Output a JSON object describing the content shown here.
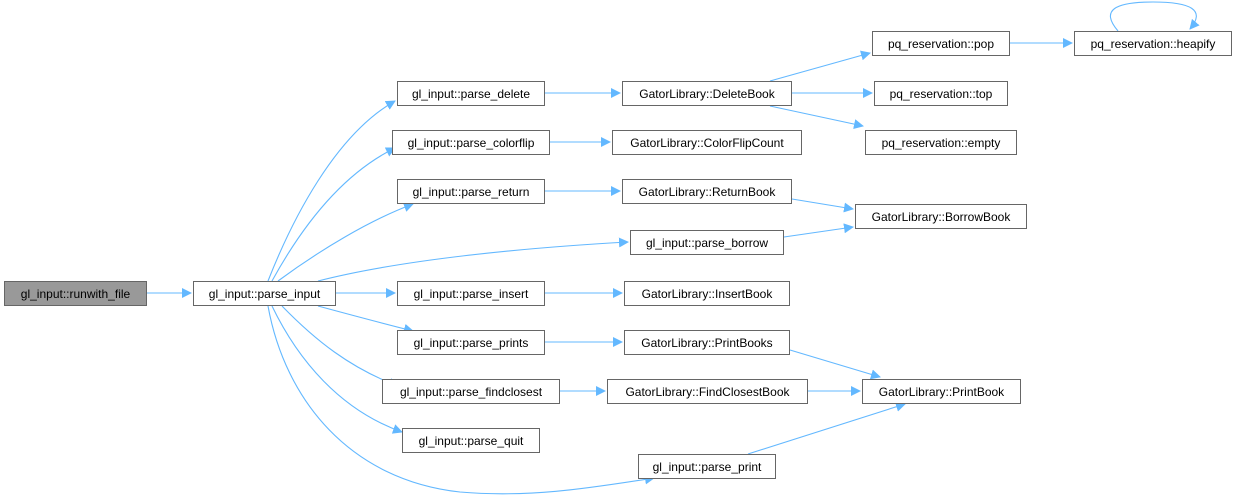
{
  "graph": {
    "nodes": {
      "runwith_file": "gl_input::runwith_file",
      "parse_input": "gl_input::parse_input",
      "parse_delete": "gl_input::parse_delete",
      "parse_colorflip": "gl_input::parse_colorflip",
      "parse_return": "gl_input::parse_return",
      "parse_borrow": "gl_input::parse_borrow",
      "parse_insert": "gl_input::parse_insert",
      "parse_prints": "gl_input::parse_prints",
      "parse_findclosest": "gl_input::parse_findclosest",
      "parse_quit": "gl_input::parse_quit",
      "parse_print": "gl_input::parse_print",
      "delete_book": "GatorLibrary::DeleteBook",
      "color_flip_count": "GatorLibrary::ColorFlipCount",
      "return_book": "GatorLibrary::ReturnBook",
      "insert_book": "GatorLibrary::InsertBook",
      "print_books": "GatorLibrary::PrintBooks",
      "find_closest_book": "GatorLibrary::FindClosestBook",
      "borrow_book": "GatorLibrary::BorrowBook",
      "print_book": "GatorLibrary::PrintBook",
      "pq_pop": "pq_reservation::pop",
      "pq_top": "pq_reservation::top",
      "pq_empty": "pq_reservation::empty",
      "pq_heapify": "pq_reservation::heapify"
    },
    "edges": [
      [
        "runwith_file",
        "parse_input"
      ],
      [
        "parse_input",
        "parse_delete"
      ],
      [
        "parse_input",
        "parse_colorflip"
      ],
      [
        "parse_input",
        "parse_return"
      ],
      [
        "parse_input",
        "parse_borrow"
      ],
      [
        "parse_input",
        "parse_insert"
      ],
      [
        "parse_input",
        "parse_prints"
      ],
      [
        "parse_input",
        "parse_findclosest"
      ],
      [
        "parse_input",
        "parse_quit"
      ],
      [
        "parse_input",
        "parse_print"
      ],
      [
        "parse_delete",
        "delete_book"
      ],
      [
        "parse_colorflip",
        "color_flip_count"
      ],
      [
        "parse_return",
        "return_book"
      ],
      [
        "parse_borrow",
        "borrow_book"
      ],
      [
        "parse_insert",
        "insert_book"
      ],
      [
        "parse_prints",
        "print_books"
      ],
      [
        "parse_findclosest",
        "find_closest_book"
      ],
      [
        "parse_print",
        "print_book"
      ],
      [
        "delete_book",
        "pq_pop"
      ],
      [
        "delete_book",
        "pq_top"
      ],
      [
        "delete_book",
        "pq_empty"
      ],
      [
        "return_book",
        "borrow_book"
      ],
      [
        "print_books",
        "print_book"
      ],
      [
        "find_closest_book",
        "print_book"
      ],
      [
        "pq_pop",
        "pq_heapify"
      ],
      [
        "pq_heapify",
        "pq_heapify"
      ]
    ],
    "colors": {
      "edge": "#63b8ff",
      "node_border": "#666666",
      "root_fill": "#999999",
      "node_fill": "#ffffff"
    }
  }
}
